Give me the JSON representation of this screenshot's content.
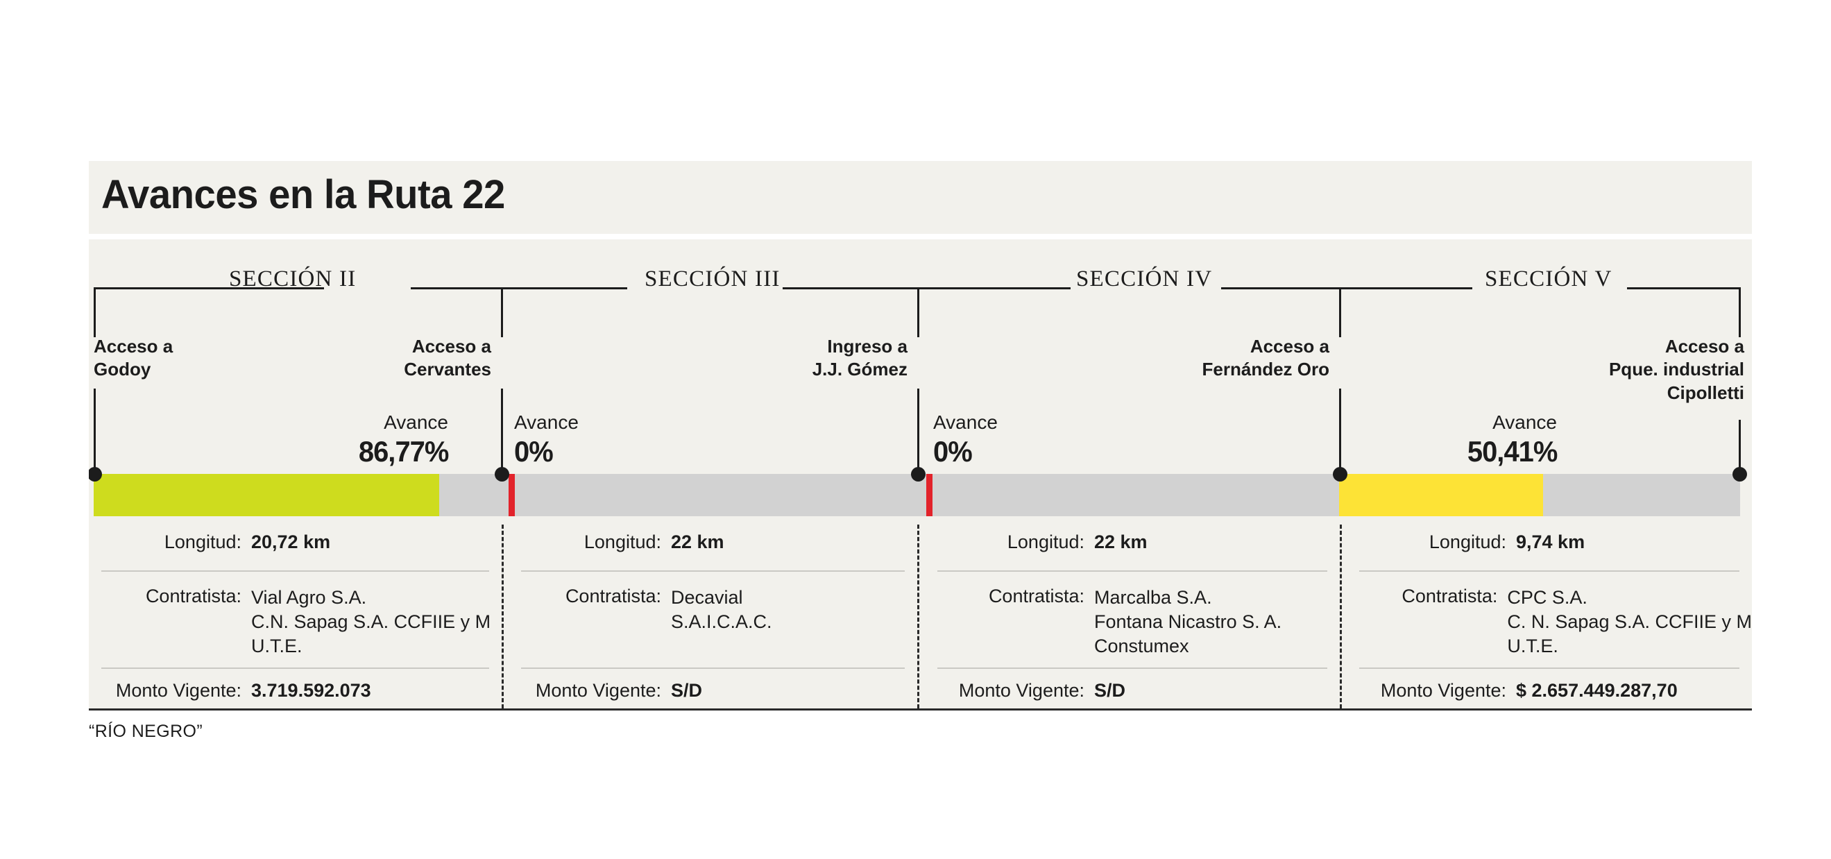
{
  "header": {
    "title": "Avances en la Ruta 22"
  },
  "footer": {
    "credit": "“RÍO NEGRO”"
  },
  "labels": {
    "avance_caption": "Avance",
    "longitud": "Longitud:",
    "contratista": "Contratista:",
    "monto": "Monto Vigente:"
  },
  "colors": {
    "panel_bg": "#f2f1ec",
    "track": "#d2d2d2",
    "green": "#cedc1e",
    "yellow": "#fde336",
    "red_marker": "#e2232b",
    "ink": "#1c1c1c"
  },
  "sections": [
    {
      "name": "SECCIÓN II",
      "avance": "86,77%",
      "avance_pct": 86.77,
      "longitud": "20,72 km",
      "contratista": [
        "Vial Agro S.A.",
        "C.N. Sapag S.A. CCFIIE y M",
        "U.T.E."
      ],
      "monto": "3.719.592.073",
      "fill_color": "#cedc1e",
      "marker": "none"
    },
    {
      "name": "SECCIÓN III",
      "avance": "0%",
      "avance_pct": 0,
      "longitud": "22 km",
      "contratista": [
        "Decavial",
        "S.A.I.C.A.C."
      ],
      "monto": "S/D",
      "fill_color": "none",
      "marker": "red"
    },
    {
      "name": "SECCIÓN IV",
      "avance": "0%",
      "avance_pct": 0,
      "longitud": "22 km",
      "contratista": [
        "Marcalba S.A.",
        "Fontana Nicastro S. A.",
        "Constumex"
      ],
      "monto": "S/D",
      "fill_color": "none",
      "marker": "red"
    },
    {
      "name": "SECCIÓN V",
      "avance": "50,41%",
      "avance_pct": 50.41,
      "longitud": "9,74 km",
      "contratista": [
        "CPC S.A.",
        "C. N. Sapag S.A. CCFIIE y M",
        "U.T.E."
      ],
      "monto": "$ 2.657.449.287,70",
      "fill_color": "#fde336",
      "marker": "none"
    }
  ],
  "nodes": [
    {
      "lines": [
        "Acceso a",
        "Godoy"
      ],
      "align": "left"
    },
    {
      "lines": [
        "Acceso a",
        "Cervantes"
      ],
      "align": "right"
    },
    {
      "lines": [
        "Ingreso a",
        "J.J. Gómez"
      ],
      "align": "right"
    },
    {
      "lines": [
        "Acceso a",
        "Fernández Oro"
      ],
      "align": "right"
    },
    {
      "lines": [
        "Acceso a",
        "Pque. industrial",
        "Cipolletti"
      ],
      "align": "right"
    }
  ],
  "chart_data": {
    "type": "bar",
    "title": "Avances en la Ruta 22",
    "categories": [
      "SECCIÓN II",
      "SECCIÓN III",
      "SECCIÓN IV",
      "SECCIÓN V"
    ],
    "values": [
      86.77,
      0,
      0,
      50.41
    ],
    "unit": "%",
    "xlabel": "",
    "ylabel": "Avance",
    "ylim": [
      0,
      100
    ],
    "grid": false,
    "legend": "none",
    "annotations": [
      "Sección II — 20,72 km — Vial Agro S.A. / C.N. Sapag S.A. CCFIIE y M U.T.E. — Monto Vigente 3.719.592.073",
      "Sección III — 22 km — Decavial S.A.I.C.A.C. — Monto Vigente S/D",
      "Sección IV — 22 km — Marcalba S.A. / Fontana Nicastro S. A. / Constumex — Monto Vigente S/D",
      "Sección V — 9,74 km — CPC S.A. / C. N. Sapag S.A. CCFIIE y M U.T.E. — Monto Vigente $ 2.657.449.287,70"
    ]
  }
}
